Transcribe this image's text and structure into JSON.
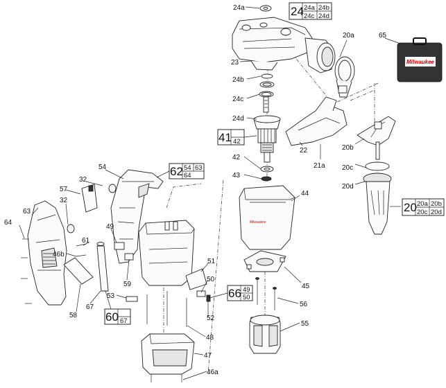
{
  "labels": {
    "l24a": "24a",
    "l23": "23",
    "l24b": "24b",
    "l24c": "24c",
    "l24d": "24d",
    "l20a": "20a",
    "l65": "65",
    "l22": "22",
    "l21a": "21a",
    "l42": "42",
    "l43": "43",
    "l44": "44",
    "l45": "45",
    "l20b": "20b",
    "l20c": "20c",
    "l20d": "20d",
    "l54": "54",
    "l32a": "32",
    "l32b": "32",
    "l57": "57",
    "l63": "63",
    "l64": "64",
    "l61": "61",
    "l46b": "46b",
    "l49": "49",
    "l53": "53",
    "l59": "59",
    "l67": "67",
    "l58": "58",
    "l51": "51",
    "l50": "50",
    "l52": "52",
    "l48": "48",
    "l47": "47",
    "l46a": "46a",
    "l56": "56",
    "l55": "55"
  },
  "groups": {
    "g24": {
      "main": "24",
      "subs": [
        "24a",
        "24b",
        "24c",
        "24d"
      ]
    },
    "g41": {
      "main": "41",
      "subs": [
        "42"
      ]
    },
    "g62": {
      "main": "62",
      "subs": [
        "54",
        "63",
        "64"
      ]
    },
    "g20": {
      "main": "20",
      "subs": [
        "20a",
        "20b",
        "20c",
        "20d"
      ]
    },
    "g66": {
      "main": "66",
      "subs": [
        "49",
        "50"
      ]
    },
    "g60": {
      "main": "60",
      "subs": [
        "67"
      ]
    }
  },
  "case_brand": "Milwaukee"
}
